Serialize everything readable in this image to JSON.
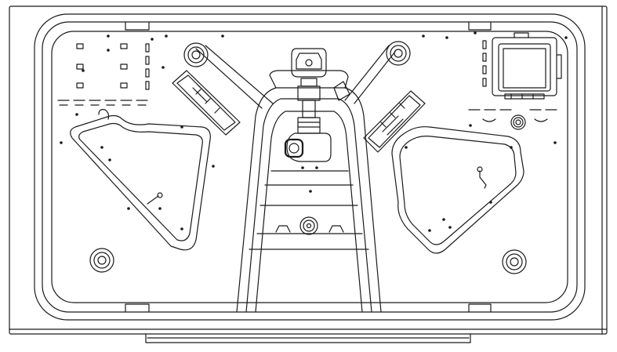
{
  "drawing": {
    "stroke_color": "#1a1a1a",
    "fill_color": "#ffffff",
    "parts": [
      "outer-frame",
      "bottom-rail",
      "tub-shell",
      "center-channel",
      "left-triangular-pocket",
      "right-triangular-pocket",
      "valve-assembly",
      "top-plug-cap",
      "left-lamp-bracket",
      "right-lamp-bracket",
      "electrical-box",
      "mounting-boss-circles",
      "drain-fitting"
    ]
  }
}
